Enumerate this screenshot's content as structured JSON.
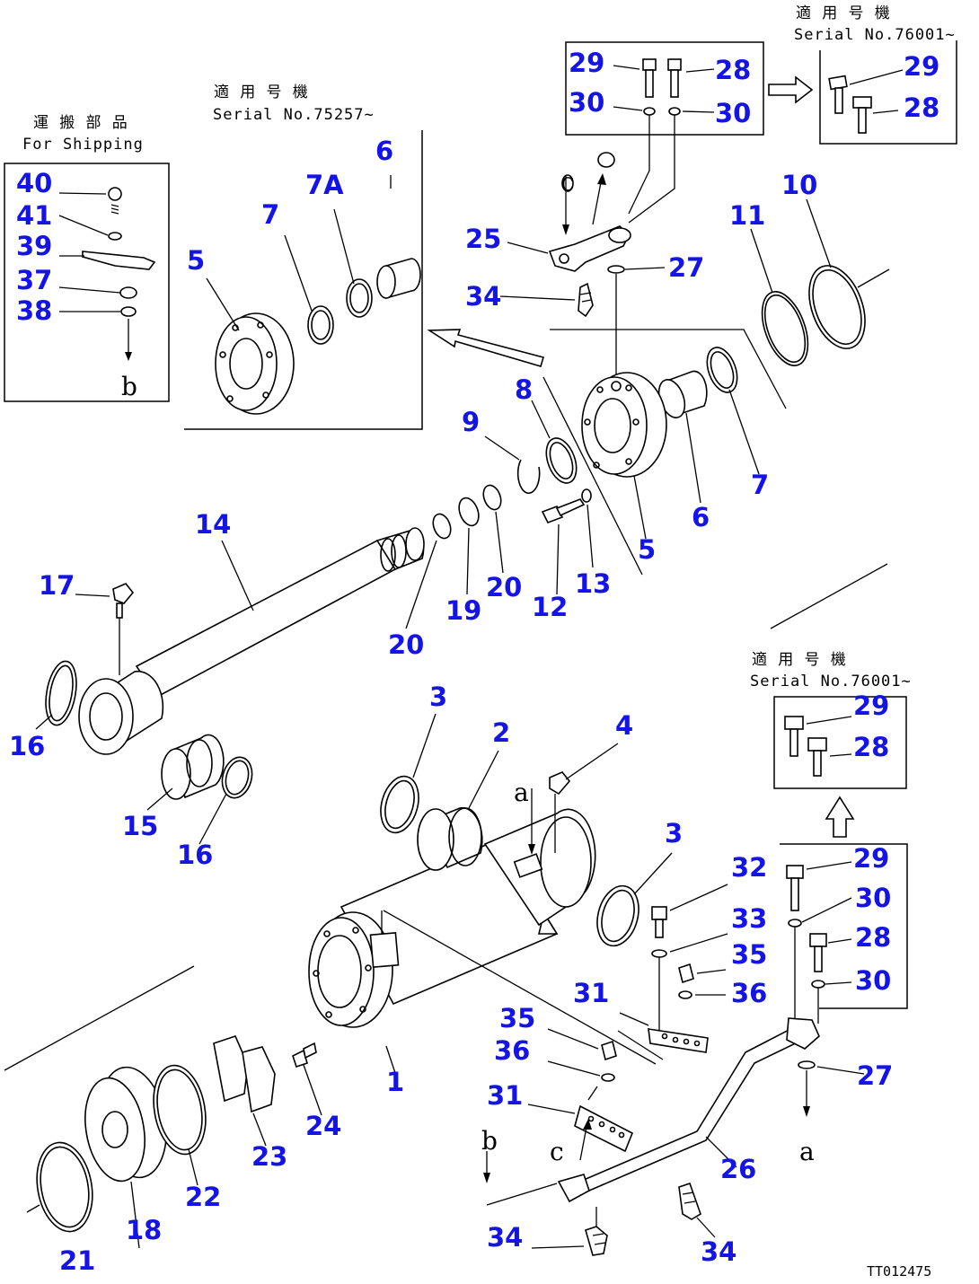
{
  "header_texts": {
    "serial_a_jp": "適 用 号 機",
    "serial_a": "Serial No.75257~",
    "shipping_jp": "運 搬 部 品",
    "shipping": "For Shipping",
    "serial_b_jp": "適 用 号 機",
    "serial_b": "Serial No.76001~",
    "serial_c_jp": "適 用 号 機",
    "serial_c": "Serial No.76001~"
  },
  "letter_labels": {
    "a_top": "a",
    "a_bottom": "a",
    "b_left": "b",
    "b_bottom": "b",
    "c_top": "c",
    "c_bottom": "c"
  },
  "callouts": {
    "c1": "1",
    "c2": "2",
    "c3a": "3",
    "c3b": "3",
    "c4": "4",
    "c5a": "5",
    "c5b": "5",
    "c6a": "6",
    "c6b": "6",
    "c7a": "7",
    "c7b": "7",
    "c7A": "7A",
    "c8": "8",
    "c9": "9",
    "c10": "10",
    "c11": "11",
    "c12": "12",
    "c13": "13",
    "c14": "14",
    "c15": "15",
    "c16a": "16",
    "c16b": "16",
    "c17": "17",
    "c18": "18",
    "c19": "19",
    "c20a": "20",
    "c20b": "20",
    "c21": "21",
    "c22": "22",
    "c23": "23",
    "c24": "24",
    "c25": "25",
    "c26": "26",
    "c27a": "27",
    "c27b": "27",
    "c28a": "28",
    "c28b": "28",
    "c28c": "28",
    "c28d": "28",
    "c29a": "29",
    "c29b": "29",
    "c29c": "29",
    "c29d": "29",
    "c30a": "30",
    "c30b": "30",
    "c30c": "30",
    "c30d": "30",
    "c31a": "31",
    "c31b": "31",
    "c32": "32",
    "c33": "33",
    "c34a": "34",
    "c34b": "34",
    "c34c": "34",
    "c35a": "35",
    "c35b": "35",
    "c36a": "36",
    "c36b": "36",
    "c37": "37",
    "c38": "38",
    "c39": "39",
    "c40": "40",
    "c41": "41"
  },
  "drawing_id": "TT012475"
}
